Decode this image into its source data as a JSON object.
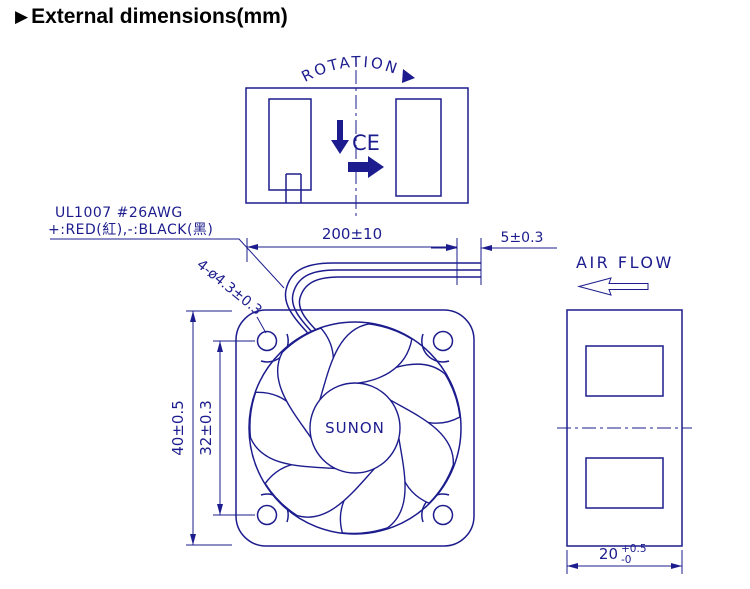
{
  "title": {
    "marker": "▶",
    "text": "External dimensions(mm)"
  },
  "colors": {
    "line": "#1c1c8e",
    "title": "#000000"
  },
  "labels": {
    "rotation": "ROTATION",
    "air_flow": "AIR FLOW",
    "ce_mark": "CE",
    "wire_spec_line1": "UL1007 #26AWG",
    "wire_spec_line2": "+:RED(紅),-:BLACK(黑)",
    "brand": "SUNON"
  },
  "dims": {
    "wire_length": "200±10",
    "strip_length": "5±0.3",
    "hole_callout": "4-ø4.3±0.3",
    "frame_size": "40±0.5",
    "hole_pitch": "32±0.3",
    "depth": "20",
    "depth_plus": "+0.5",
    "depth_minus": "-0"
  }
}
